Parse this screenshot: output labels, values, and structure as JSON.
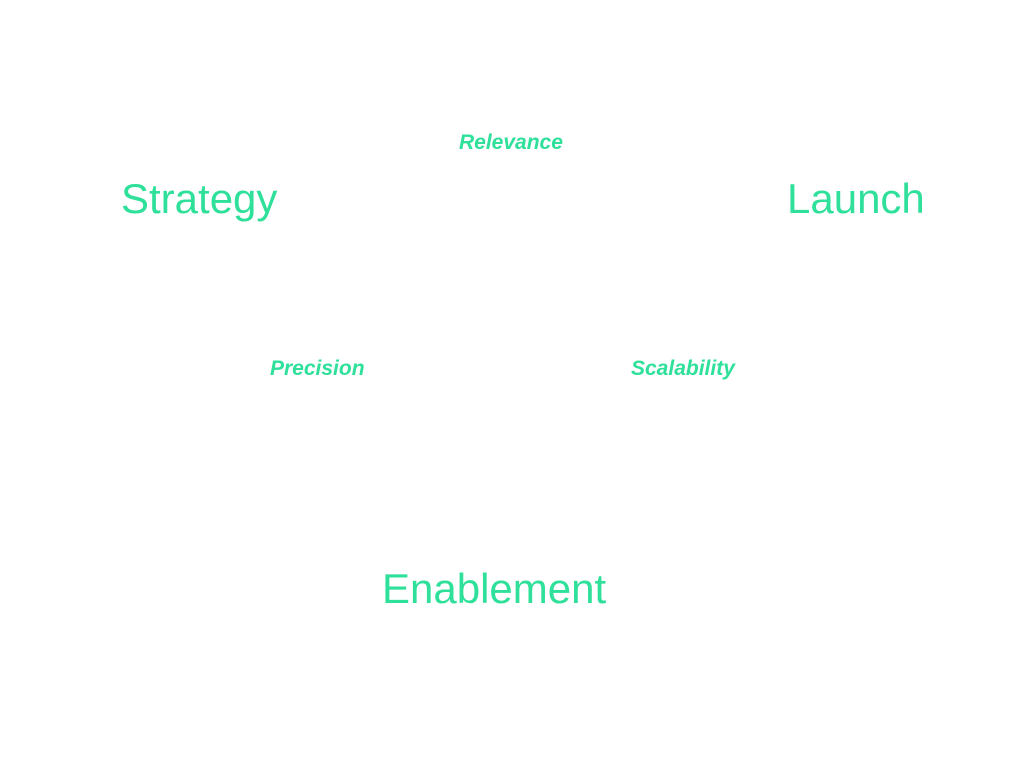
{
  "colors": {
    "accent": "#2ee09a",
    "background": "#ffffff"
  },
  "nodes": {
    "strategy": "Strategy",
    "launch": "Launch",
    "enablement": "Enablement"
  },
  "edge_labels": {
    "relevance": "Relevance",
    "precision": "Precision",
    "scalability": "Scalability"
  }
}
